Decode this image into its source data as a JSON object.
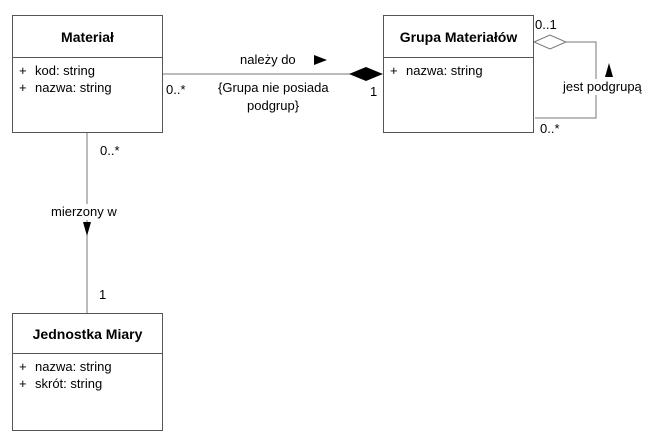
{
  "classes": {
    "material": {
      "name": "Materiał",
      "attributes": [
        {
          "visibility": "+",
          "text": "kod: string"
        },
        {
          "visibility": "+",
          "text": "nazwa: string"
        }
      ]
    },
    "grupa": {
      "name": "Grupa Materiałów",
      "attributes": [
        {
          "visibility": "+",
          "text": "nazwa: string"
        }
      ]
    },
    "jednostka": {
      "name": "Jednostka Miary",
      "attributes": [
        {
          "visibility": "+",
          "text": "nazwa: string"
        },
        {
          "visibility": "+",
          "text": "skrót: string"
        }
      ]
    }
  },
  "associations": {
    "nalezy_do": {
      "name": "należy do",
      "constraint_line1": "{Grupa nie posiada",
      "constraint_line2": "podgrup}",
      "material_multiplicity": "0..*",
      "grupa_multiplicity": "1"
    },
    "mierzony_w": {
      "name": "mierzony w",
      "material_multiplicity": "0..*",
      "jednostka_multiplicity": "1"
    },
    "jest_podgrupa": {
      "name": "jest podgrupą",
      "parent_multiplicity": "0..1",
      "child_multiplicity": "0..*"
    }
  }
}
